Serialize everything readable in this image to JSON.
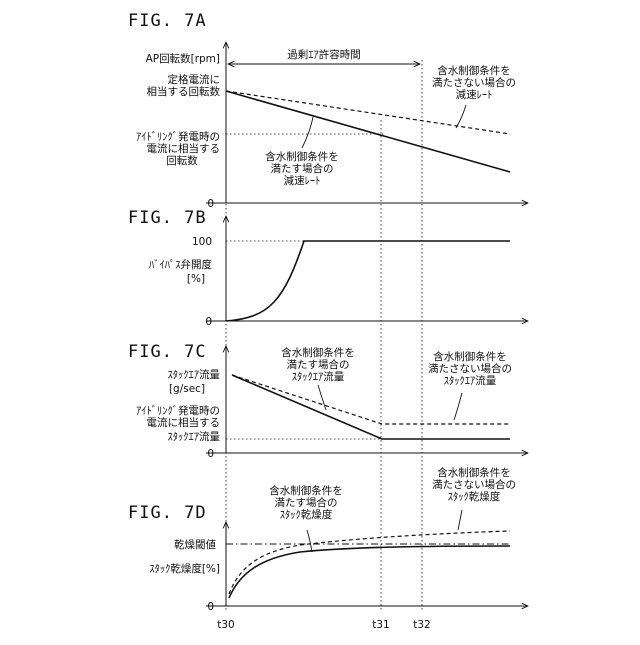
{
  "fig7a": {
    "title": "FIG. 7A",
    "ylabel": "AP回転数[rpm]",
    "level_rated": [
      "定格電流に",
      "相当する回転数"
    ],
    "level_idle": [
      "ｱｲﾄﾞﾘﾝｸﾞ発電時の",
      "電流に相当する",
      "回転数"
    ],
    "span_label": "過剰ｴｱ許容時間",
    "zero": "0",
    "note_not_met": [
      "含水制御条件を",
      "満たさない場合の",
      "減速ﾚｰﾄ"
    ],
    "note_met": [
      "含水制御条件を",
      "満たす場合の",
      "減速ﾚｰﾄ"
    ]
  },
  "fig7b": {
    "title": "FIG. 7B",
    "ylabel": [
      "ﾊﾞｲﾊﾟｽ弁開度",
      "[%]"
    ],
    "top": "100",
    "zero": "0"
  },
  "fig7c": {
    "title": "FIG. 7C",
    "ylabel": [
      "ｽﾀｯｸｴｱ流量",
      "[g/sec]"
    ],
    "level_idle": [
      "ｱｲﾄﾞﾘﾝｸﾞ発電時の",
      "電流に相当する",
      "ｽﾀｯｸｴｱ流量"
    ],
    "zero": "0",
    "note_met": [
      "含水制御条件を",
      "満たす場合の",
      "ｽﾀｯｸｴｱ流量"
    ],
    "note_not_met": [
      "含水制御条件を",
      "満たさない場合の",
      "ｽﾀｯｸｴｱ流量"
    ]
  },
  "fig7d": {
    "title": "FIG. 7D",
    "threshold": "乾燥閾値",
    "ylabel": "ｽﾀｯｸ乾燥度[%]",
    "zero": "0",
    "note_met": [
      "含水制御条件を",
      "満たす場合の",
      "ｽﾀｯｸ乾燥度"
    ],
    "note_not_met": [
      "含水制御条件を",
      "満たさない場合の",
      "ｽﾀｯｸ乾燥度"
    ]
  },
  "time_ticks": [
    "t30",
    "t31",
    "t32"
  ]
}
